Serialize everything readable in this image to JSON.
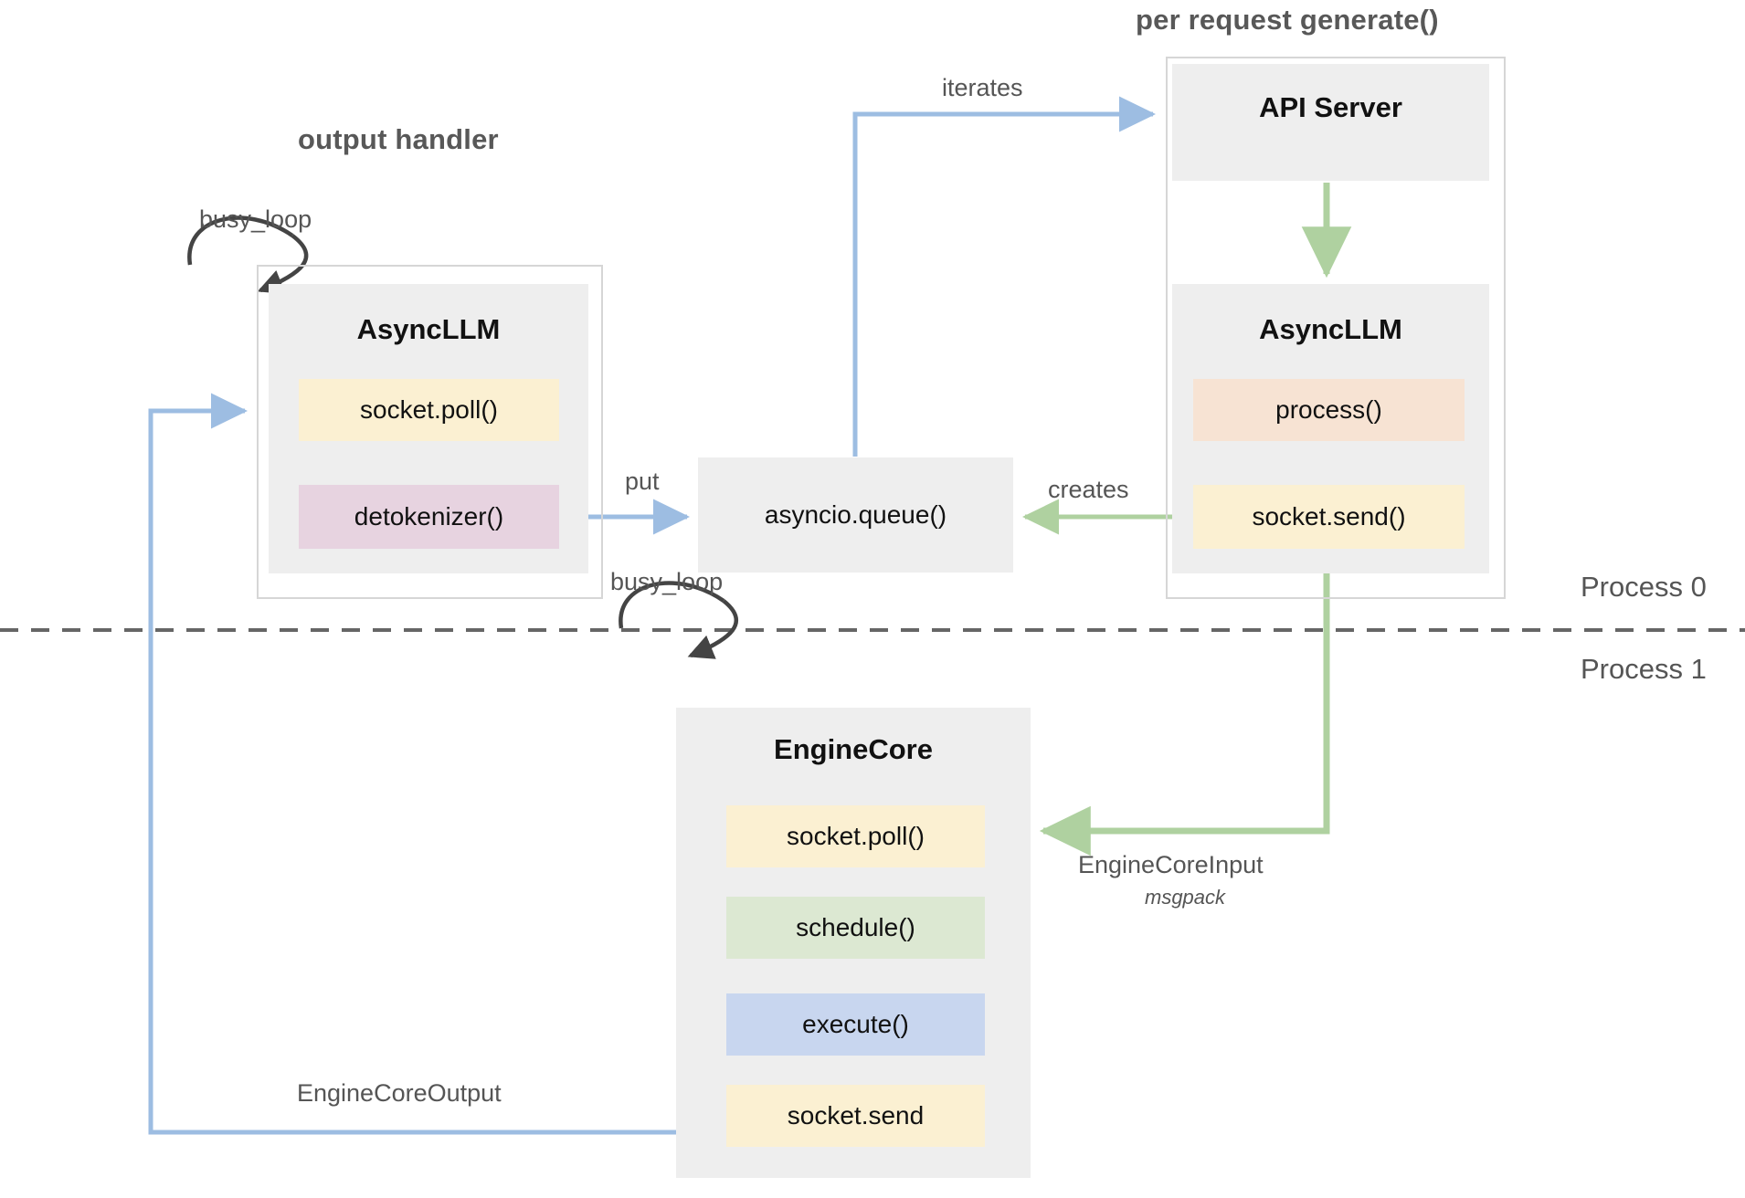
{
  "diagram": {
    "title_left": "output handler",
    "title_right": "per request generate()",
    "process_top": "Process 0",
    "process_bottom": "Process 1"
  },
  "nodes": {
    "async_llm_left": {
      "title": "AsyncLLM",
      "chips": [
        {
          "label": "socket.poll()",
          "color": "#FBF0D2"
        },
        {
          "label": "detokenizer()",
          "color": "#E7D3E0"
        }
      ]
    },
    "queue": {
      "label": "asyncio.queue()",
      "color": "#EEEEEE"
    },
    "api_server": {
      "title": "API Server",
      "color": "#EEEEEE"
    },
    "async_llm_right": {
      "title": "AsyncLLM",
      "chips": [
        {
          "label": "process()",
          "color": "#F7E3D3"
        },
        {
          "label": "socket.send()",
          "color": "#FBF0D2"
        }
      ]
    },
    "engine_core": {
      "title": "EngineCore",
      "chips": [
        {
          "label": "socket.poll()",
          "color": "#FBF0D2"
        },
        {
          "label": "schedule()",
          "color": "#DCE8D2"
        },
        {
          "label": "execute()",
          "color": "#C8D6EF"
        },
        {
          "label": "socket.send",
          "color": "#FBF0D2"
        }
      ]
    }
  },
  "edges": {
    "busy_loop_left": "busy_loop",
    "busy_loop_engine": "busy_loop",
    "put": "put",
    "iterates": "iterates",
    "creates": "creates",
    "engine_core_input": "EngineCoreInput",
    "engine_core_input_sub": "msgpack",
    "engine_core_output": "EngineCoreOutput"
  },
  "colors": {
    "blue_arrow": "#9DBDE2",
    "green_arrow": "#AFD1A0",
    "black_arrow": "#444444",
    "panel_gray": "#EEEEEE",
    "frame_border": "#D6D6D6",
    "divider": "#666666",
    "text_dark": "#111111",
    "text_muted": "#555555"
  }
}
